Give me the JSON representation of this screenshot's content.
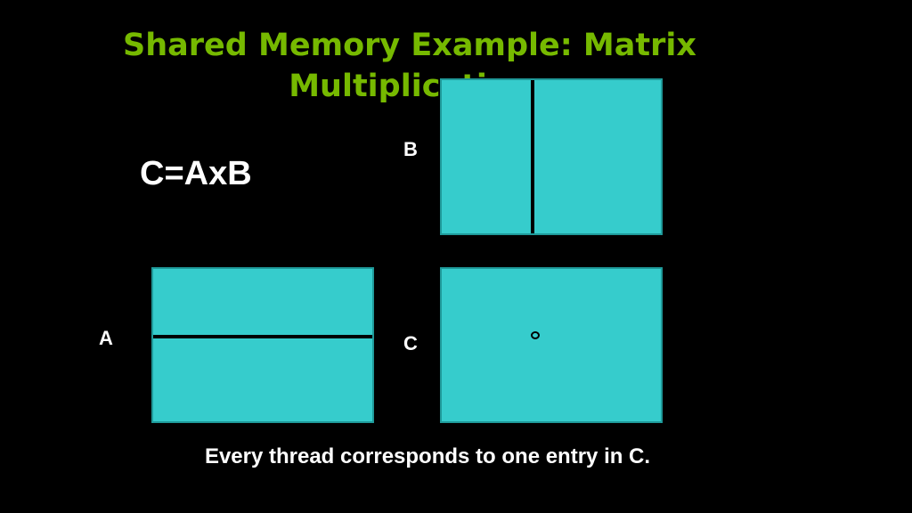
{
  "slide": {
    "title_line1": "Shared Memory Example: Matrix",
    "title_line2": "Multiplication",
    "equation": "C=AxB",
    "caption": "Every thread corresponds to one entry in C."
  },
  "matrices": {
    "a_label": "A",
    "b_label": "B",
    "c_label": "C"
  },
  "colors": {
    "background": "#000000",
    "title": "#76b900",
    "matrix_fill": "#36cccc",
    "matrix_border": "#1f9a9a",
    "text": "#ffffff"
  }
}
